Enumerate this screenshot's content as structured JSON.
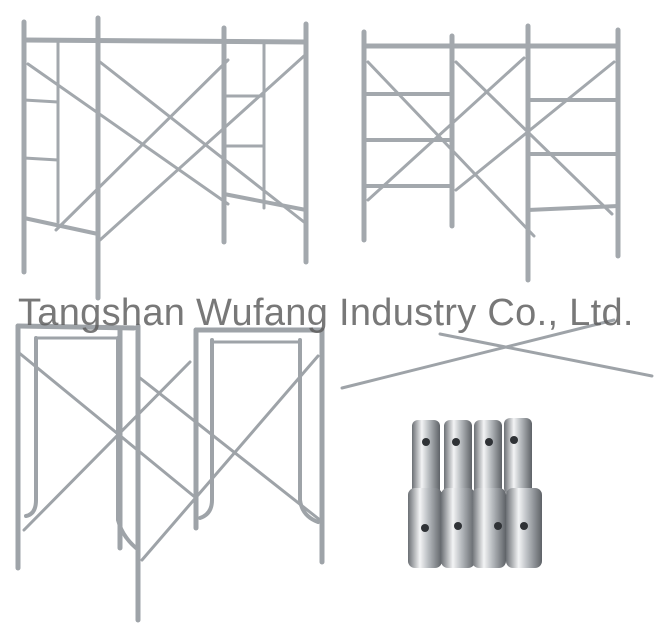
{
  "watermark": {
    "text": "Tangshan Wufang Industry Co., Ltd."
  },
  "products": [
    {
      "name": "walk-through scaffold frame (single ladder)",
      "position": "top-left"
    },
    {
      "name": "ladder scaffold frame (double ladder)",
      "position": "top-right"
    },
    {
      "name": "assembled frame scaffold set with cross braces",
      "position": "bottom-left"
    },
    {
      "name": "cross brace pair",
      "position": "middle-right"
    },
    {
      "name": "joint pins / coupling pins (x4)",
      "position": "bottom-right"
    }
  ],
  "colors": {
    "steel_light": "#d9dcdf",
    "steel_mid": "#a9adb2",
    "steel_dark": "#6f7378",
    "background": "#ffffff"
  }
}
